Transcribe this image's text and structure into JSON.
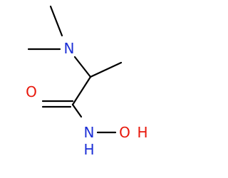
{
  "molecule": {
    "atoms": {
      "nitrogen_amine": "N",
      "oxygen_carbonyl": "O",
      "nitrogen_amide": "N",
      "oxygen_hydroxyl": "O",
      "hydrogen_hydroxyl": "H"
    },
    "colors": {
      "nitrogen": "#1c2fd6",
      "oxygen": "#e8170b",
      "bond": "#000000"
    }
  }
}
